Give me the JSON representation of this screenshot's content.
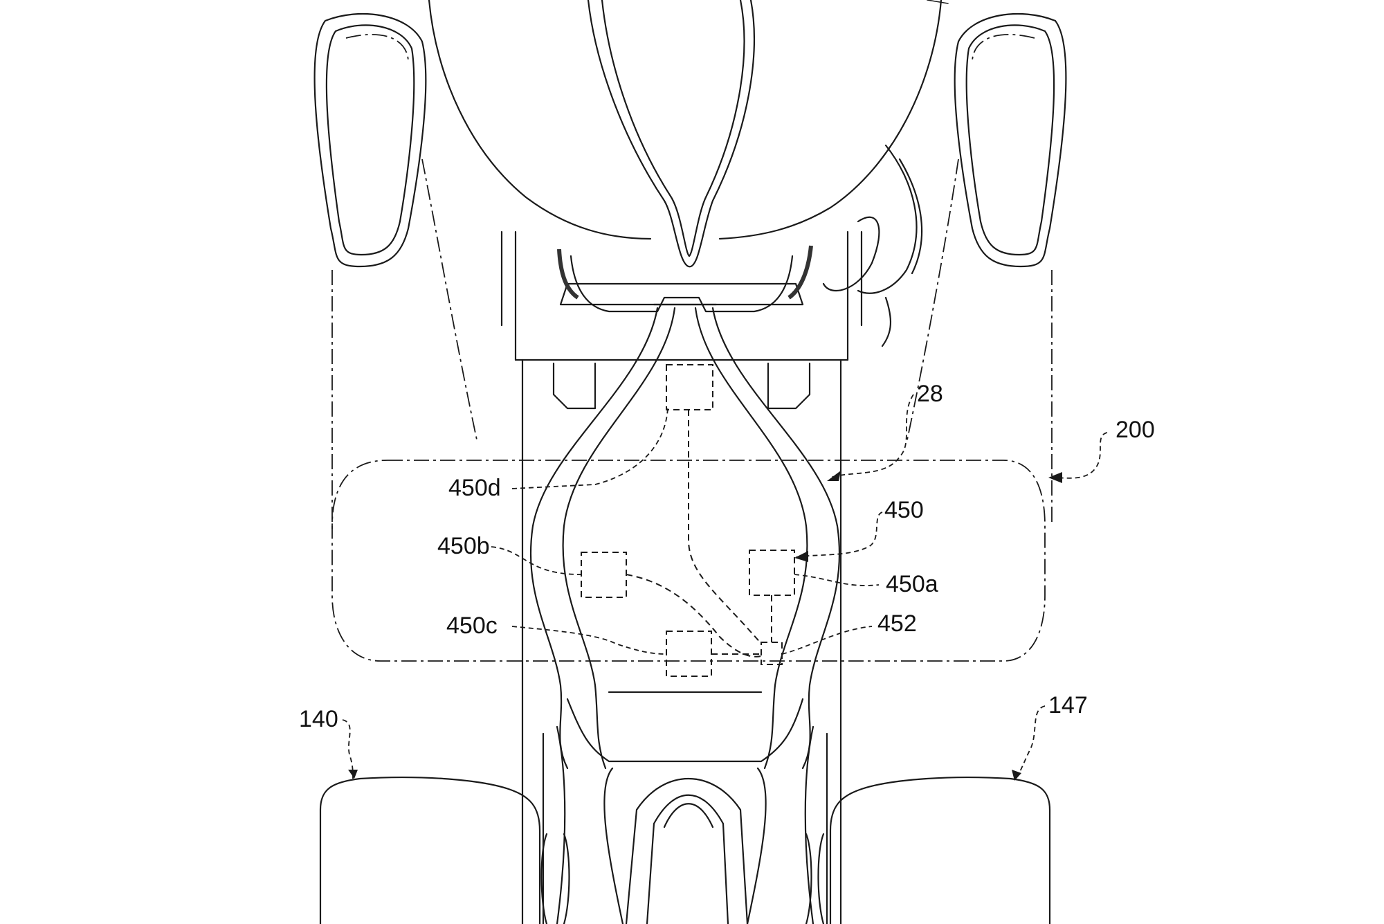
{
  "labels": {
    "ref_28": "28",
    "ref_200": "200",
    "ref_450": "450",
    "ref_450a": "450a",
    "ref_450b": "450b",
    "ref_450c": "450c",
    "ref_450d": "450d",
    "ref_452": "452",
    "ref_140": "140",
    "ref_147": "147"
  },
  "colors": {
    "line": "#1a1a1a",
    "background": "#ffffff"
  }
}
